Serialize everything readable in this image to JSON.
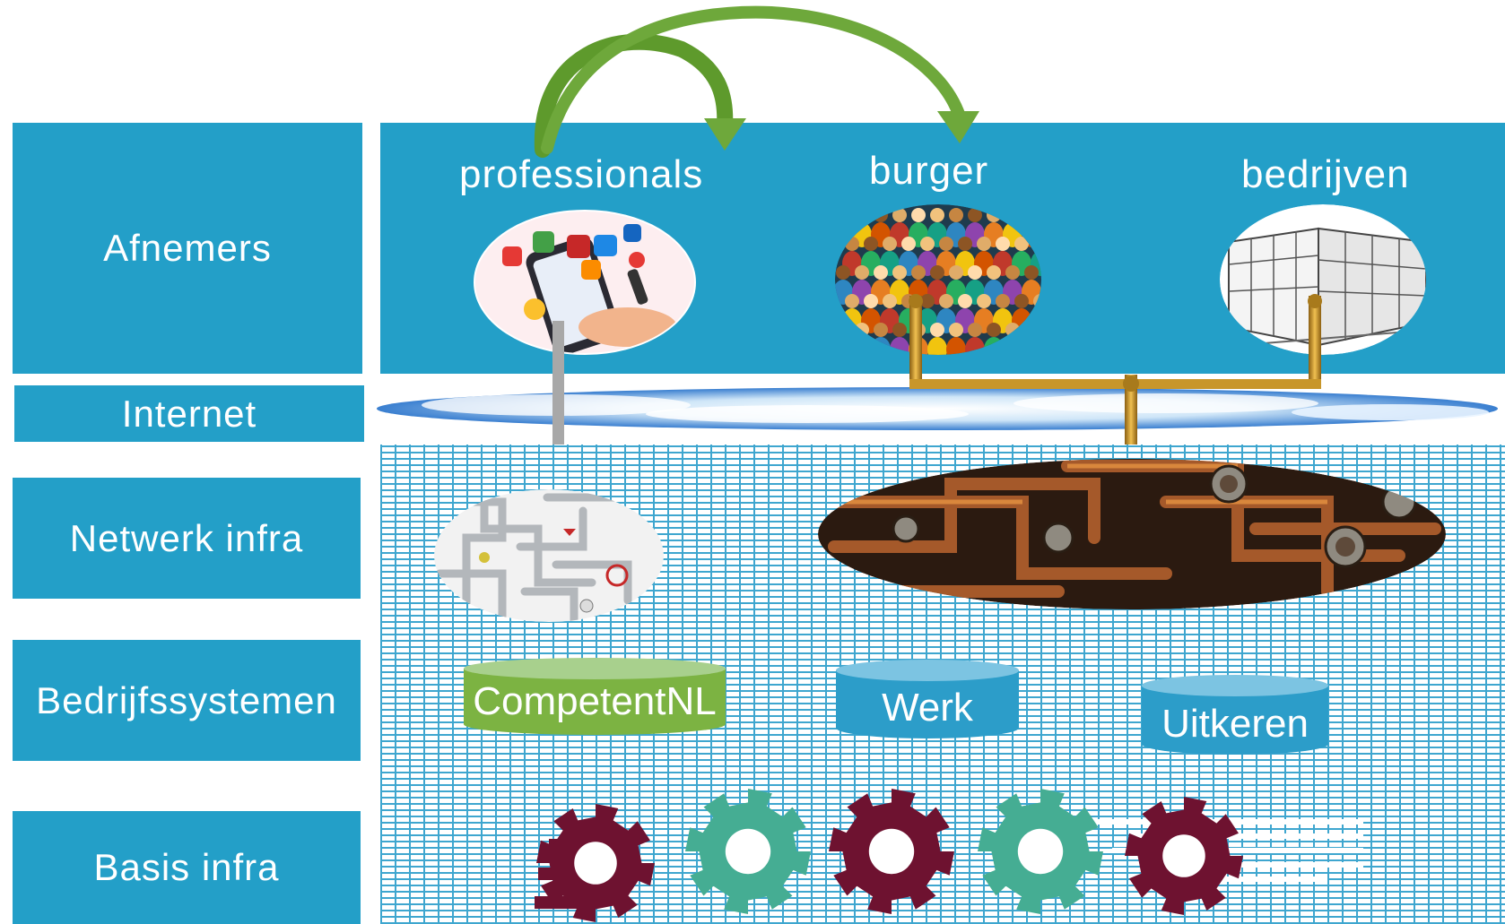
{
  "layers": {
    "afnemers": "Afnemers",
    "internet": "Internet",
    "netwerk": "Netwerk infra",
    "bedrijfssystemen": "Bedrijfssystemen",
    "basis": "Basis infra"
  },
  "consumers": {
    "professionals": "professionals",
    "burger": "burger",
    "bedrijven": "bedrijven"
  },
  "systems": {
    "competentnl": "CompetentNL",
    "werk": "Werk",
    "uitkeren": "Uitkeren"
  },
  "colors": {
    "layer_blue": "#239fc8",
    "arrow_green": "#6ea83b",
    "competent_green": "#7cb342",
    "gear_teal": "#45ad93",
    "gear_maroon": "#6e1230",
    "pipe_brass": "#c8962a"
  }
}
